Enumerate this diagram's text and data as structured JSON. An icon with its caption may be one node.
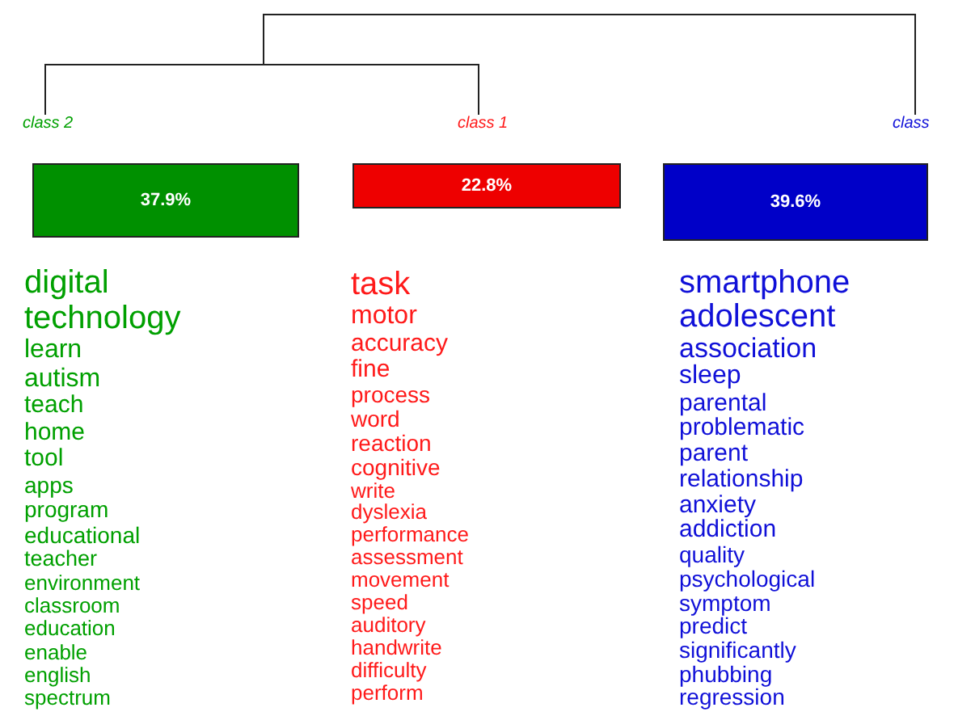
{
  "diagram": {
    "nodes": [
      {
        "text": [
          "class 2"
        ]
      },
      {
        "text": [
          "class 1"
        ]
      },
      {
        "text": [
          "class"
        ]
      },
      {
        "text": [
          "37.9%"
        ],
        "beside": [
          "digital",
          "technology",
          "learn",
          "autism",
          "teach",
          "home",
          "tool",
          "apps",
          "program",
          "educational",
          "teacher",
          "environment",
          "classroom",
          "education",
          "enable",
          "english",
          "spectrum"
        ]
      },
      {
        "text": [
          "22.8%"
        ],
        "beside": [
          "task",
          "motor",
          "accuracy",
          "fine",
          "process",
          "word",
          "reaction",
          "cognitive",
          "write",
          "dyslexia",
          "performance",
          "assessment",
          "movement",
          "speed",
          "auditory",
          "handwrite",
          "difficulty",
          "perform"
        ]
      },
      {
        "text": [
          "39.6%"
        ],
        "beside": [
          "smartphone",
          "adolescent",
          "association",
          "sleep",
          "parental",
          "problematic",
          "parent",
          "relationship",
          "anxiety",
          "addiction",
          "quality",
          "psychological",
          "symptom",
          "predict",
          "significantly",
          "phubbing",
          "regression"
        ]
      }
    ],
    "edges": [
      {
        "from": 0,
        "to": 1,
        "arrow": "none"
      },
      {
        "from": null,
        "to": 2,
        "arrow": "none"
      }
    ]
  }
}
